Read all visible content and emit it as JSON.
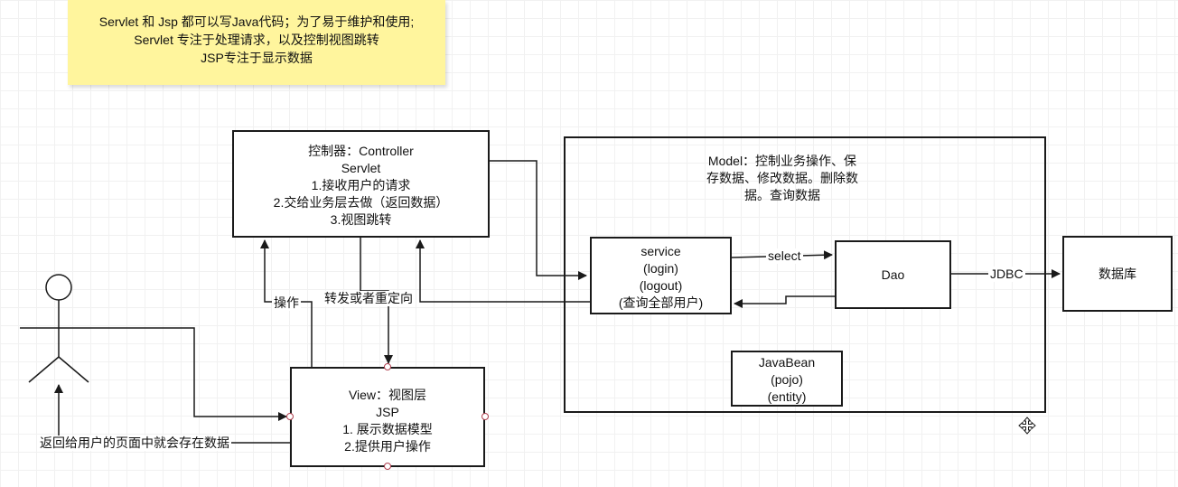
{
  "note": {
    "lines": [
      "Servlet 和 Jsp  都可以写Java代码；为了易于维护和使用;",
      "Servlet 专注于处理请求，以及控制视图跳转",
      "JSP专注于显示数据"
    ]
  },
  "controller": {
    "lines": [
      "控制器：Controller",
      "Servlet",
      "1.接收用户的请求",
      "2.交给业务层去做（返回数据）",
      "3.视图跳转"
    ]
  },
  "view": {
    "lines": [
      "View：视图层",
      "JSP",
      "1. 展示数据模型",
      "2.提供用户操作"
    ]
  },
  "model": {
    "lines": [
      "Model：控制业务操作、保",
      "存数据、修改数据。删除数",
      "据。查询数据"
    ]
  },
  "service": {
    "lines": [
      "service",
      "(login)",
      "(logout)",
      "(查询全部用户)"
    ]
  },
  "dao": {
    "label": "Dao"
  },
  "database": {
    "label": "数据库"
  },
  "javabean": {
    "lines": [
      "JavaBean",
      "(pojo)",
      "(entity)"
    ]
  },
  "edges": {
    "select": "select",
    "jdbc": "JDBC",
    "operate": "操作",
    "forward": "转发或者重定向",
    "return_page": "返回给用户的页面中就会存在数据"
  },
  "icons": {
    "user": "stick-figure-actor-icon",
    "move": "move-cursor-icon"
  }
}
